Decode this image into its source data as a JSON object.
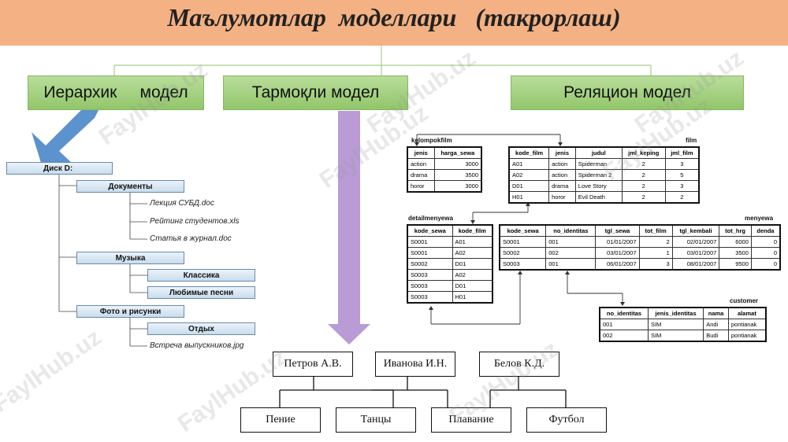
{
  "title": "Маълумотлар  моделлари   (такрорлаш)",
  "models": {
    "hierarchical": "Иерархик     модел",
    "network": "Тармоқли модел",
    "relational": "Реляцион модел"
  },
  "tree": {
    "root": "Диск D:",
    "folders": {
      "documents": "Документы",
      "music": "Музыка",
      "photos": "Фото и рисунки"
    },
    "files": {
      "doc1": "Лекция СУБД.doc",
      "doc2": "Рейтинг студентов.xls",
      "doc3": "Статья в журнал.doc",
      "music1": "Классика",
      "music2": "Любимые песни",
      "photo1": "Отдых",
      "photo2": "Встреча выпускников.jpg"
    }
  },
  "tables": {
    "kelompokfilm": {
      "title": "kelompokfilm",
      "headers": [
        "jenis",
        "harga_sewa"
      ],
      "rows": [
        [
          "action",
          "3000"
        ],
        [
          "drama",
          "3500"
        ],
        [
          "horor",
          "3000"
        ]
      ]
    },
    "film": {
      "title": "film",
      "headers": [
        "kode_film",
        "jenis",
        "judul",
        "jml_keping",
        "jml_film"
      ],
      "rows": [
        [
          "A01",
          "action",
          "Spiderman",
          "2",
          "3"
        ],
        [
          "A02",
          "action",
          "Spiderman 2",
          "2",
          "5"
        ],
        [
          "D01",
          "drama",
          "Love Story",
          "2",
          "3"
        ],
        [
          "H01",
          "horor",
          "Evil Death",
          "2",
          "2"
        ]
      ]
    },
    "detailmenyewa": {
      "title": "detailmenyewa",
      "headers": [
        "kode_sewa",
        "kode_film"
      ],
      "rows": [
        [
          "S0001",
          "A01"
        ],
        [
          "S0001",
          "A02"
        ],
        [
          "S0002",
          "D01"
        ],
        [
          "S0003",
          "A02"
        ],
        [
          "S0003",
          "D01"
        ],
        [
          "S0003",
          "H01"
        ]
      ]
    },
    "menyewa": {
      "title": "menyewa",
      "headers": [
        "kode_sewa",
        "no_identitas",
        "tgl_sewa",
        "tot_film",
        "tgl_kembali",
        "tot_hrg",
        "denda"
      ],
      "rows": [
        [
          "S0001",
          "001",
          "01/01/2007",
          "2",
          "02/01/2007",
          "6000",
          "0"
        ],
        [
          "S0002",
          "002",
          "03/01/2007",
          "1",
          "03/01/2007",
          "3500",
          "0"
        ],
        [
          "S0003",
          "001",
          "06/01/2007",
          "3",
          "08/01/2007",
          "9500",
          "0"
        ]
      ]
    },
    "customer": {
      "title": "customer",
      "headers": [
        "no_identitas",
        "jenis_identitas",
        "nama",
        "alamat"
      ],
      "rows": [
        [
          "001",
          "SIM",
          "Andi",
          "pontianak"
        ],
        [
          "002",
          "SIM",
          "Budi",
          "pontianak"
        ]
      ]
    }
  },
  "network": {
    "people": [
      "Петров А.В.",
      "Иванова И.Н.",
      "Белов К.Д."
    ],
    "activities": [
      "Пение",
      "Танцы",
      "Плавание",
      "Футбол"
    ]
  },
  "watermark": "FaylHub.uz",
  "colors": {
    "title_bar": "#f4b183",
    "model_box": "#9fcf7a",
    "blue_arrow": "#4a86c8",
    "purple_arrow": "#b99bd6"
  }
}
